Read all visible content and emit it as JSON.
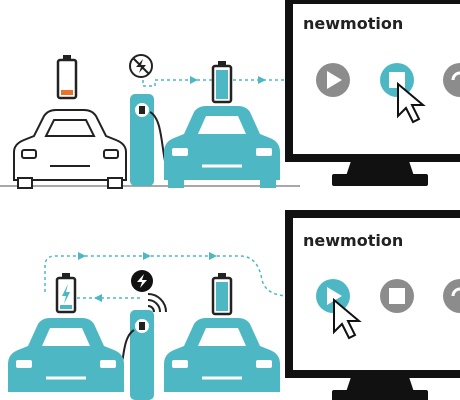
{
  "top_panel": {
    "brand": "newmotion",
    "controls": [
      {
        "icon": "play-icon",
        "state": "idle"
      },
      {
        "icon": "stop-icon",
        "state": "active"
      },
      {
        "icon": "refresh-icon",
        "state": "idle"
      }
    ],
    "charger_status_icon": "charging-disabled-icon",
    "left_car_battery": 0.15,
    "right_car_battery": 0.9
  },
  "bottom_panel": {
    "brand": "newmotion",
    "controls": [
      {
        "icon": "play-icon",
        "state": "active"
      },
      {
        "icon": "stop-icon",
        "state": "idle"
      },
      {
        "icon": "refresh-icon",
        "state": "idle"
      }
    ],
    "charger_status_icon": "charging-enabled-icon",
    "left_car_battery": 0.15,
    "right_car_battery": 0.9
  },
  "colors": {
    "teal": "#4db8c4",
    "outline": "#222222",
    "inactive": "#8c8c8c",
    "low_battery": "#e8732c",
    "dash": "#4db8c4"
  }
}
